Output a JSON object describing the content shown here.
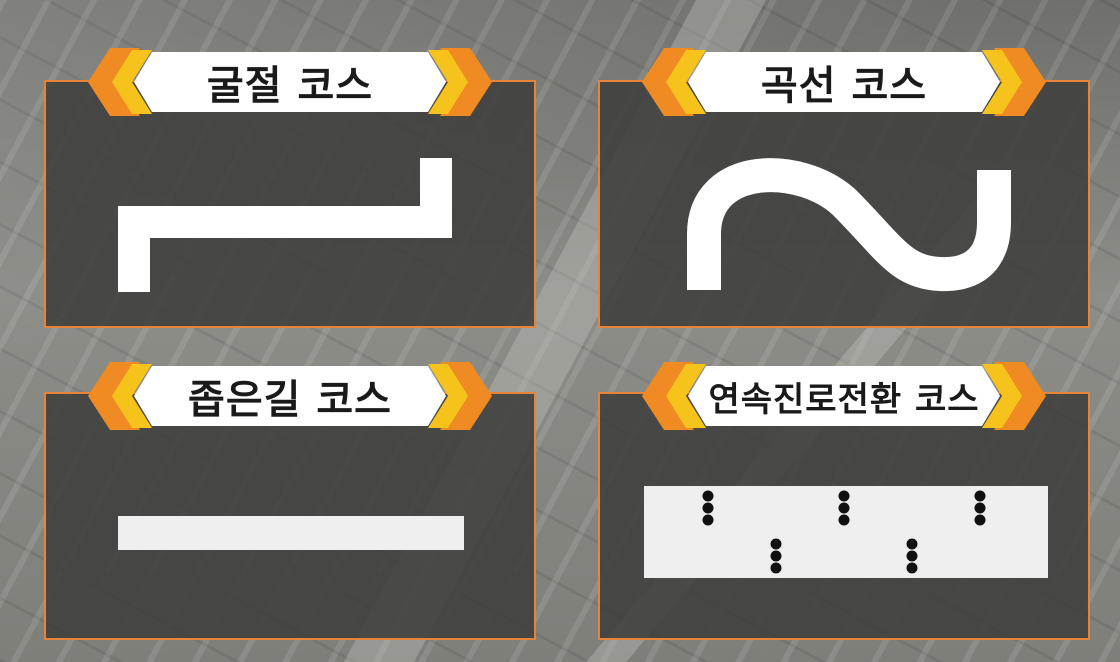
{
  "courses": [
    {
      "id": "right-angle",
      "title": "굴절 코스"
    },
    {
      "id": "curve",
      "title": "곡선 코스"
    },
    {
      "id": "narrow",
      "title": "좁은길 코스"
    },
    {
      "id": "lane-change",
      "title": "연속진로전환 코스"
    }
  ],
  "colors": {
    "banner_orange": "#f08a22",
    "banner_yellow": "#f6c21c",
    "banner_fill": "#ffffff",
    "panel_border": "#e8833a",
    "course_white": "#ffffff",
    "cone_black": "#111111"
  }
}
